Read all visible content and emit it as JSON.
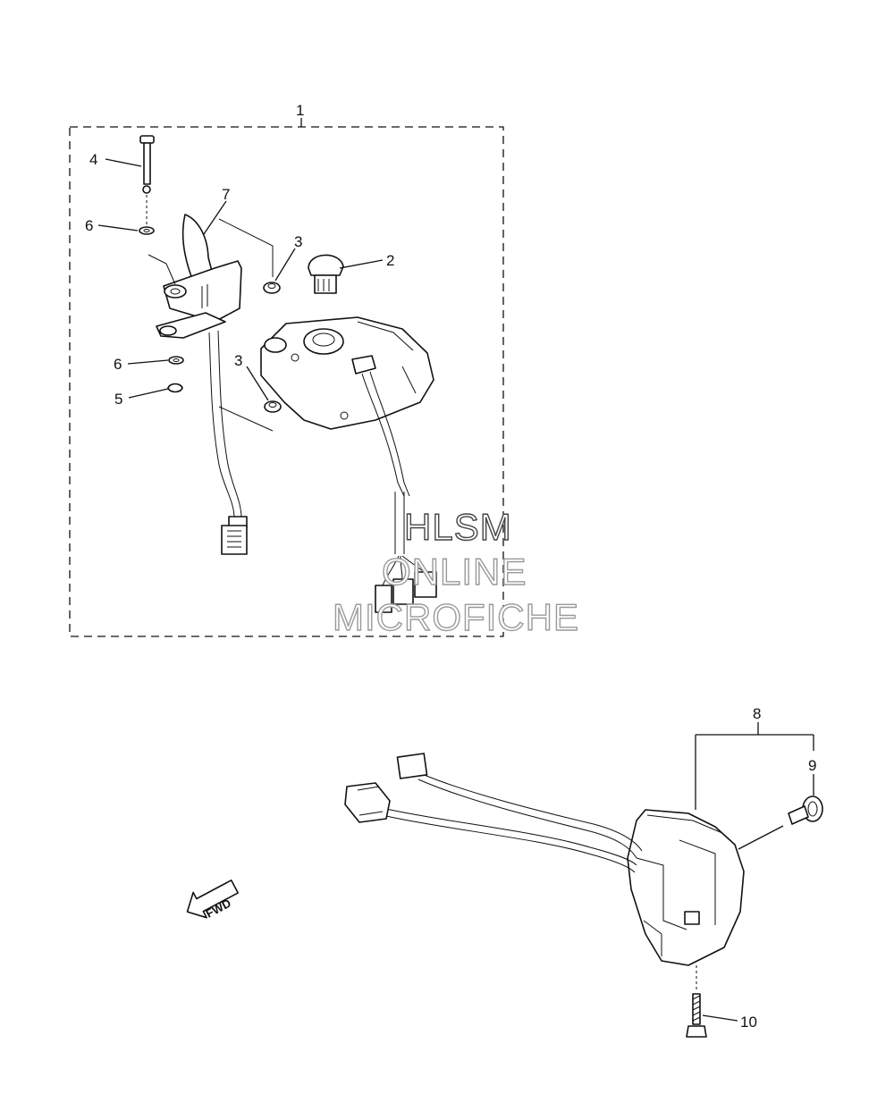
{
  "callouts": {
    "c1": "1",
    "c2": "2",
    "c3a": "3",
    "c3b": "3",
    "c4": "4",
    "c5": "5",
    "c6a": "6",
    "c6b": "6",
    "c7": "7",
    "c8": "8",
    "c9": "9",
    "c10": "10"
  },
  "fwd_label": "FWD",
  "watermark": {
    "line1": "HLSM",
    "line2": "ONLINE",
    "line3": "MICROFICHE"
  }
}
